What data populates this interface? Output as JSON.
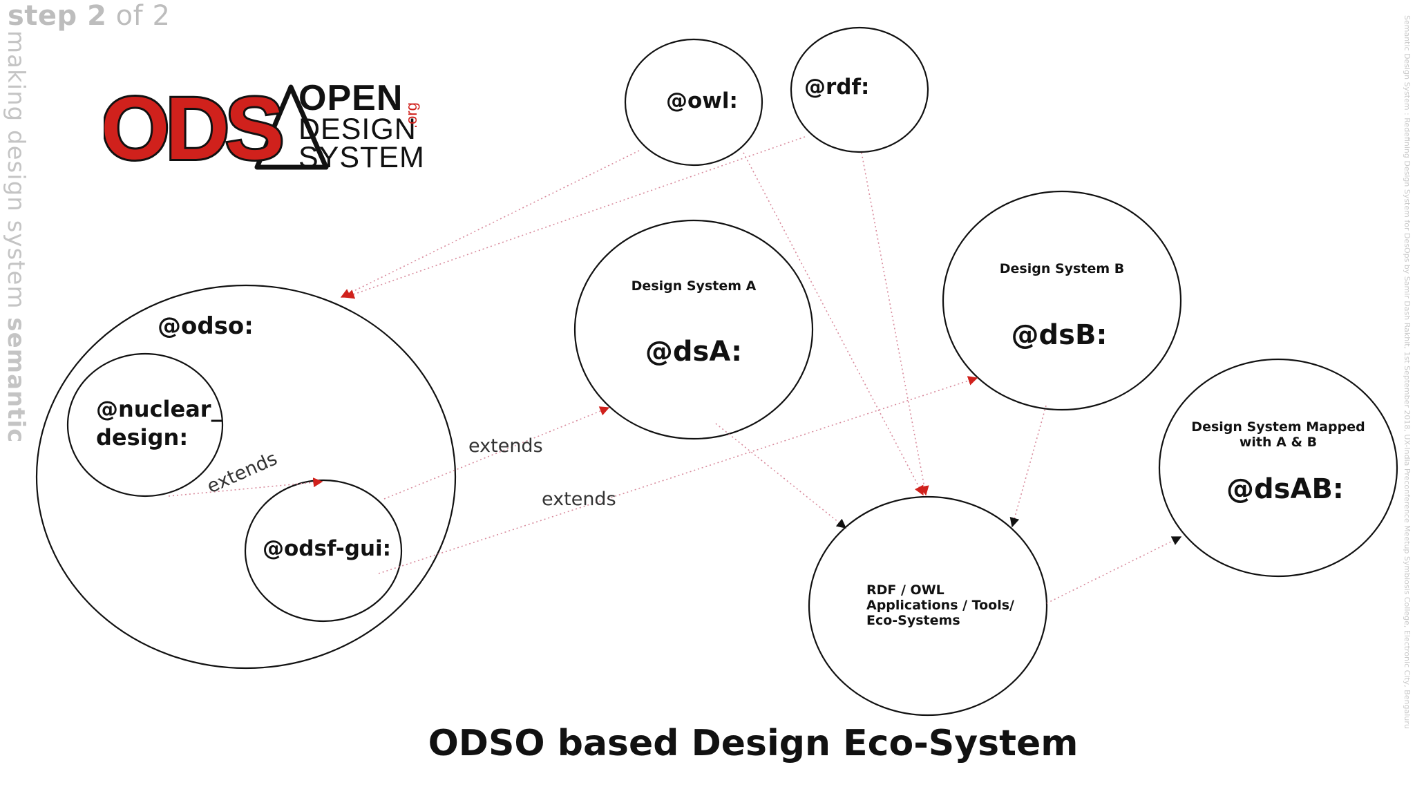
{
  "step": {
    "strong": "step 2",
    "rest": " of 2"
  },
  "sidebar": {
    "light": "making design system ",
    "strong": "semantic"
  },
  "logo": {
    "letters": "ODS",
    "open": "OPEN",
    "design": "DESIGN",
    "system": "SYSTEM",
    "org": ".org",
    "colors": {
      "red": "#d0211c",
      "black": "#111111"
    }
  },
  "nodes": {
    "owl": "@owl:",
    "rdf": "@rdf:",
    "odso": "@odso:",
    "nuclear_line1": "@nuclear_",
    "nuclear_line2": "design:",
    "odsf_gui": "@odsf-gui:",
    "dsA_title": "Design System A",
    "dsA": "@dsA:",
    "dsB_title": "Design System B",
    "dsB": "@dsB:",
    "dsAB_title_line1": "Design System Mapped",
    "dsAB_title_line2": "with A & B",
    "dsAB": "@dsAB:",
    "tools_line1": "RDF / OWL",
    "tools_line2": "Applications / Tools/",
    "tools_line3": "Eco-Systems"
  },
  "edges": {
    "extends_1": "extends",
    "extends_2": "extends",
    "extends_3": "extends",
    "colors": {
      "dotted": "#d88a9c",
      "arrow_red": "#d0211c",
      "arrow_black": "#111111"
    }
  },
  "footer": {
    "title": "ODSO based Design Eco-System"
  },
  "credit": "Semantic Design System : Redefining Design System  for DesOps by Samir Dash  Rakhit, 1st September 2018, UX-India Preconference Meetup Symbiosis College, Electronic City, Bengaluru"
}
